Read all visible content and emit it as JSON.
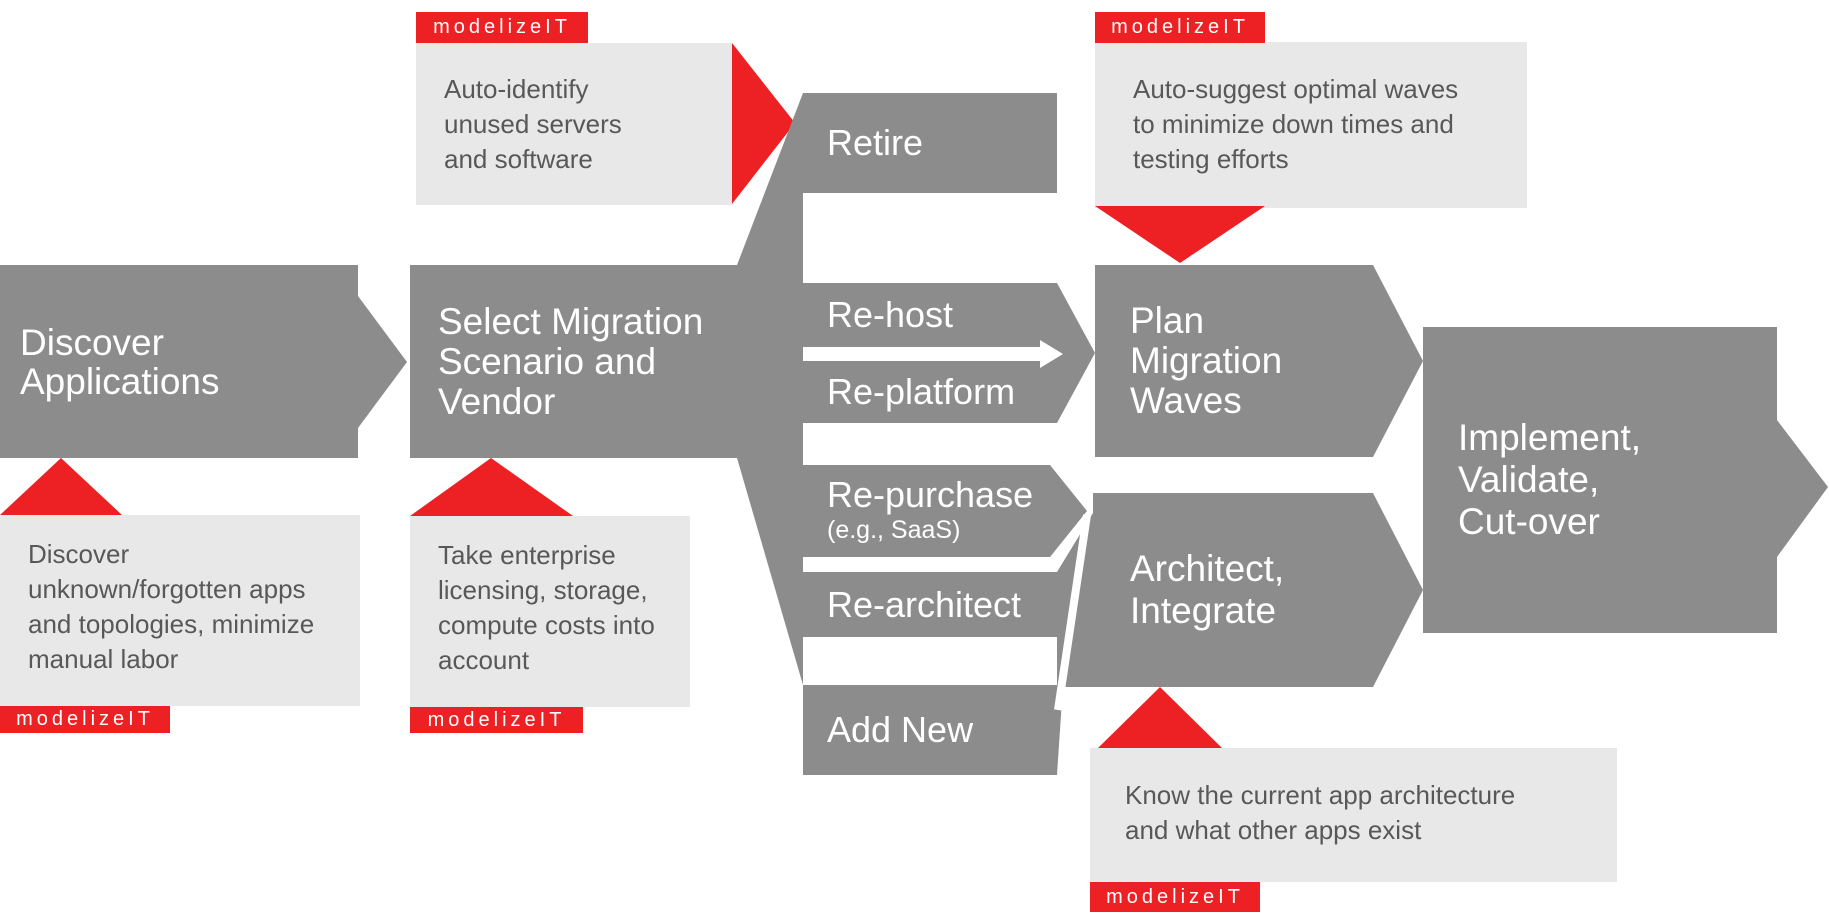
{
  "title": "Application migration process flow",
  "colors": {
    "shape_gray": "#8C8C8C",
    "callout_bg": "#E9E8E8",
    "brand_red": "#ED2024",
    "callout_text": "#58585A",
    "label_text": "#FFFFFF"
  },
  "process": {
    "discover": {
      "label": "Discover\nApplications"
    },
    "select": {
      "label": "Select Migration\nScenario and\nVendor"
    },
    "branches": {
      "retire": {
        "label": "Retire"
      },
      "rehost": {
        "label": "Re-host"
      },
      "replatform": {
        "label": "Re-platform"
      },
      "repurchase": {
        "label": "Re-purchase",
        "sublabel": "(e.g., SaaS)"
      },
      "rearchitect": {
        "label": "Re-architect"
      },
      "addnew": {
        "label": "Add New"
      }
    },
    "plan": {
      "label": "Plan\nMigration\nWaves"
    },
    "architect": {
      "label": "Architect,\nIntegrate"
    },
    "implement": {
      "label": "Implement,\nValidate,\nCut-over"
    }
  },
  "callouts": [
    {
      "id": "auto-identify",
      "tag": "modelizeIT",
      "text": "Auto-identify\nunused servers\nand software"
    },
    {
      "id": "auto-suggest",
      "tag": "modelizeIT",
      "text": "Auto-suggest optimal waves\nto minimize down times and\ntesting efforts"
    },
    {
      "id": "discover-unknown",
      "tag": "modelizeIT",
      "text": "Discover\nunknown/forgotten apps\nand topologies, minimize\nmanual labor"
    },
    {
      "id": "take-enterprise",
      "tag": "modelizeIT",
      "text": "Take enterprise\nlicensing, storage,\ncompute costs into\naccount"
    },
    {
      "id": "know-current",
      "tag": "modelizeIT",
      "text": "Know the current app architecture\nand what other apps exist"
    }
  ]
}
